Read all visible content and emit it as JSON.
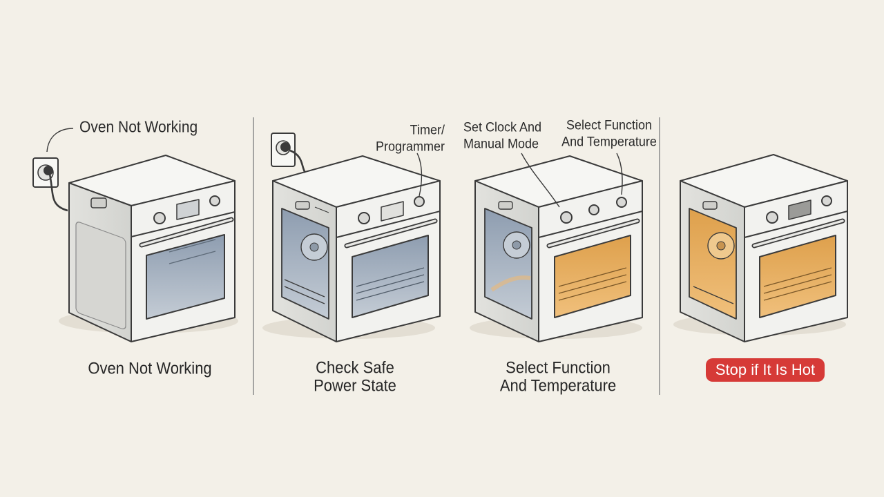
{
  "panels": [
    {
      "caption": [
        "Oven Not Working"
      ],
      "callouts": [
        [
          "Oven Not Working"
        ]
      ]
    },
    {
      "caption": [
        "Check Safe",
        "Power State"
      ],
      "callouts": [
        [
          "Timer/",
          "Programmer"
        ]
      ]
    },
    {
      "caption": [
        "Select Function",
        "And Temperature"
      ],
      "callouts": [
        [
          "Set Clock And",
          "Manual Mode"
        ],
        [
          "Select Function",
          "And Temperature"
        ]
      ]
    },
    {
      "warning": "Stop if It Is Hot"
    }
  ],
  "colors": {
    "background": "#f3f0e8",
    "line": "#3a3a3a",
    "glass_off": "#9aa8b8",
    "glass_hot": "#e6a74e",
    "warning": "#d63a37"
  },
  "icons": [
    "wall-socket-icon",
    "plug-icon",
    "oven-fan-icon",
    "oven-rack-icon",
    "control-knob-icon"
  ]
}
